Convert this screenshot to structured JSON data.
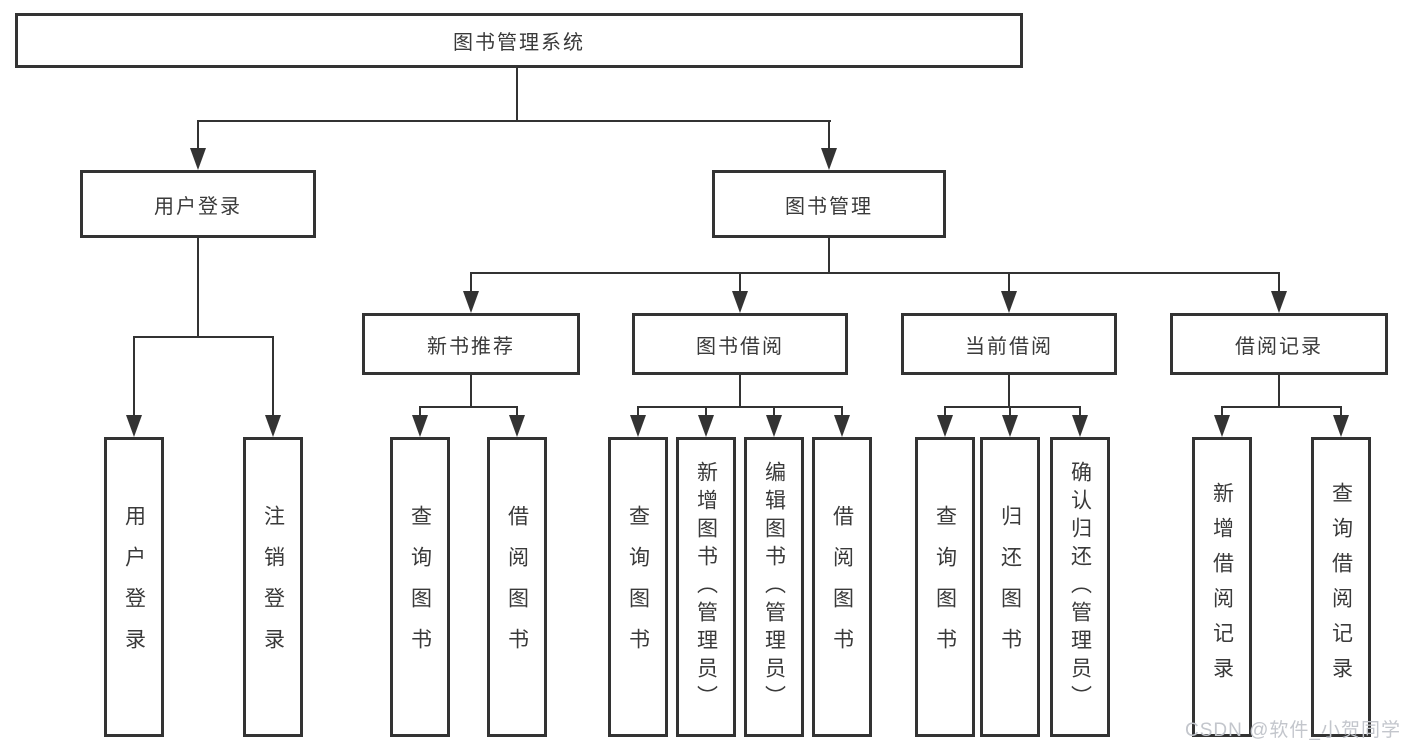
{
  "nodes": {
    "root": "图书管理系统",
    "level2": [
      "用户登录",
      "图书管理"
    ],
    "level3": [
      "新书推荐",
      "图书借阅",
      "当前借阅",
      "借阅记录"
    ],
    "leaves_user_login": [
      "用户登录",
      "注销登录"
    ],
    "leaves_new_books": [
      "查询图书",
      "借阅图书"
    ],
    "leaves_book_borrow": [
      "查询图书",
      "新增图书（管理员）",
      "编辑图书（管理员）",
      "借阅图书"
    ],
    "leaves_current_borrow": [
      "查询图书",
      "归还图书",
      "确认归还（管理员）"
    ],
    "leaves_borrow_records": [
      "新增借阅记录",
      "查询借阅记录"
    ]
  },
  "watermark": "CSDN @软件_小贺同学",
  "colors": {
    "line": "#333333",
    "text": "#3a3a3a",
    "watermark": "#c3c6cc",
    "background": "#ffffff"
  }
}
